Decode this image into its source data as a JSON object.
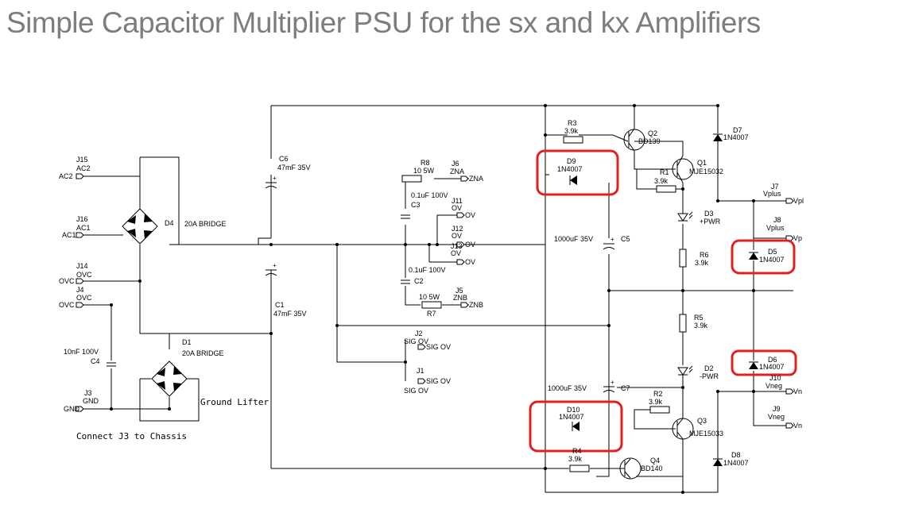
{
  "title": "Simple Capacitor Multiplier PSU for the sx and kx Amplifiers",
  "notes": {
    "ground_lifter": "Ground Lifter",
    "chassis": "Connect J3 to Chassis"
  },
  "connectors": {
    "J15": {
      "ref": "J15",
      "pin": "AC2",
      "net": "AC2"
    },
    "J16": {
      "ref": "J16",
      "pin": "AC1",
      "net": "AC1"
    },
    "J14": {
      "ref": "J14",
      "pin": "OVC",
      "net": "OVC"
    },
    "J4": {
      "ref": "J4",
      "pin": "OVC",
      "net": "OVC"
    },
    "J3": {
      "ref": "J3",
      "pin": "GND",
      "net": "GND"
    },
    "J6": {
      "ref": "J6",
      "pin": "ZNA",
      "net": "ZNA"
    },
    "J11": {
      "ref": "J11",
      "pin": "OV",
      "net": "OV"
    },
    "J12": {
      "ref": "J12",
      "pin": "OV",
      "net": "OV"
    },
    "J13": {
      "ref": "J13",
      "pin": "OV",
      "net": "OV"
    },
    "J5": {
      "ref": "J5",
      "pin": "ZNB",
      "net": "ZNB"
    },
    "J2": {
      "ref": "J2",
      "pin": "SIG OV",
      "net": "SIG OV"
    },
    "J1": {
      "ref": "J1",
      "pin": "SIG OV",
      "net": "SIG OV"
    },
    "J7": {
      "ref": "J7",
      "pin": "Vplus",
      "net": "Vpl"
    },
    "J8": {
      "ref": "J8",
      "pin": "Vplus",
      "net": "Vp"
    },
    "J10": {
      "ref": "J10",
      "pin": "Vneg",
      "net": "Vn"
    },
    "J9": {
      "ref": "J9",
      "pin": "Vneg",
      "net": "Vn"
    }
  },
  "components": {
    "D4": {
      "ref": "D4",
      "value": "20A BRIDGE"
    },
    "D1": {
      "ref": "D1",
      "value": "20A BRIDGE"
    },
    "C6": {
      "ref": "C6",
      "value": "47mF 35V"
    },
    "C1": {
      "ref": "C1",
      "value": "47mF 35V"
    },
    "C4": {
      "ref": "C4",
      "value": "10nF 100V"
    },
    "R8": {
      "ref": "R8",
      "value": "10 5W"
    },
    "C3": {
      "ref": "C3",
      "value": "0.1uF 100V"
    },
    "C2": {
      "ref": "C2",
      "value": "0.1uF 100V"
    },
    "R7": {
      "ref": "R7",
      "value": "10 5W"
    },
    "R3": {
      "ref": "R3",
      "value": "3.9k"
    },
    "Q2": {
      "ref": "Q2",
      "value": "BD139"
    },
    "D7": {
      "ref": "D7",
      "value": "1N4007"
    },
    "D9": {
      "ref": "D9",
      "value": "1N4007"
    },
    "Q1": {
      "ref": "Q1",
      "value": "MJE15032"
    },
    "R1": {
      "ref": "R1",
      "value": "3.9k"
    },
    "C5": {
      "ref": "C5",
      "value": "1000uF 35V"
    },
    "D3": {
      "ref": "D3",
      "value": "+PWR"
    },
    "R6": {
      "ref": "R6",
      "value": "3.9k"
    },
    "D5": {
      "ref": "D5",
      "value": "1N4007"
    },
    "R5": {
      "ref": "R5",
      "value": "3.9k"
    },
    "D6": {
      "ref": "D6",
      "value": "1N4007"
    },
    "D2": {
      "ref": "D2",
      "value": "-PWR"
    },
    "C7": {
      "ref": "C7",
      "value": "1000uF 35V"
    },
    "R2": {
      "ref": "R2",
      "value": "3.9k"
    },
    "D10": {
      "ref": "D10",
      "value": "1N4007"
    },
    "Q3": {
      "ref": "Q3",
      "value": "MJE15033"
    },
    "R4": {
      "ref": "R4",
      "value": "3.9k"
    },
    "Q4": {
      "ref": "Q4",
      "value": "BD140"
    },
    "D8": {
      "ref": "D8",
      "value": "1N4007"
    }
  },
  "highlight_color": "#e02020"
}
